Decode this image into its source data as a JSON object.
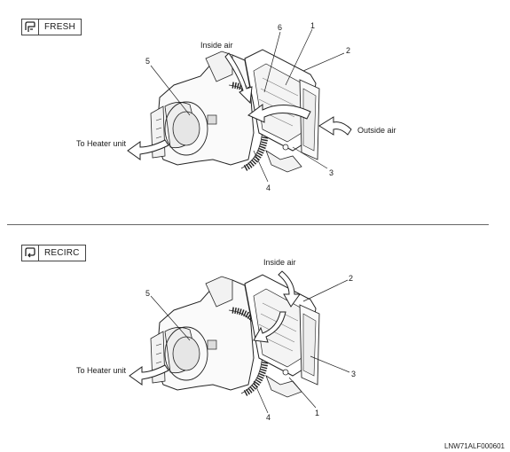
{
  "fresh": {
    "mode_label": "FRESH",
    "labels": {
      "inside_air": "Inside air",
      "outside_air": "Outside air",
      "to_heater": "To Heater unit"
    },
    "callouts": [
      "1",
      "2",
      "3",
      "4",
      "5",
      "6"
    ]
  },
  "recirc": {
    "mode_label": "RECIRC",
    "labels": {
      "inside_air": "Inside air",
      "to_heater": "To Heater unit"
    },
    "callouts": [
      "1",
      "2",
      "3",
      "4",
      "5"
    ]
  },
  "figure_code": "LNW71ALF000601"
}
